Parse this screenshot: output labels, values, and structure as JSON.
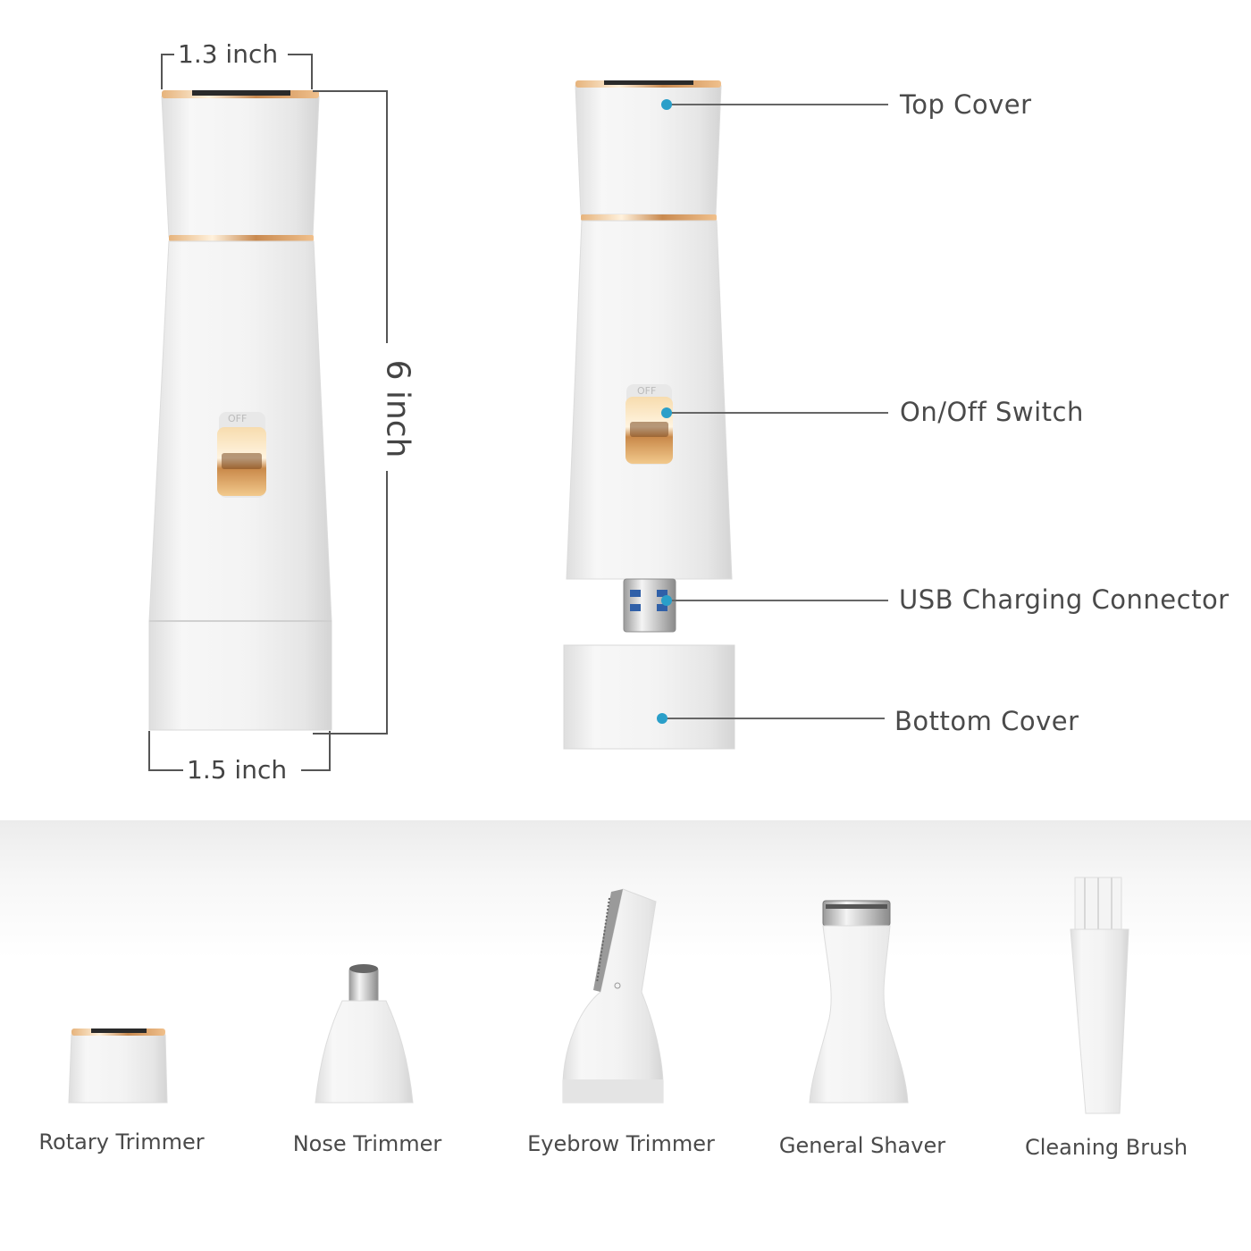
{
  "dimensions": {
    "top_width": "1.3 inch",
    "bottom_width": "1.5 inch",
    "height": "6 inch"
  },
  "parts": {
    "top_cover": "Top Cover",
    "switch": "On/Off Switch",
    "usb": "USB Charging Connector",
    "bottom_cover": "Bottom Cover"
  },
  "switch_text": "OFF",
  "accessories": {
    "rotary": "Rotary Trimmer",
    "nose": "Nose Trimmer",
    "eyebrow": "Eyebrow Trimmer",
    "shaver": "General Shaver",
    "brush": "Cleaning Brush"
  },
  "colors": {
    "body": "#f2f2f2",
    "gold": "#d9a86a",
    "pointer_dot": "#2a9fc9",
    "line": "#666666"
  }
}
